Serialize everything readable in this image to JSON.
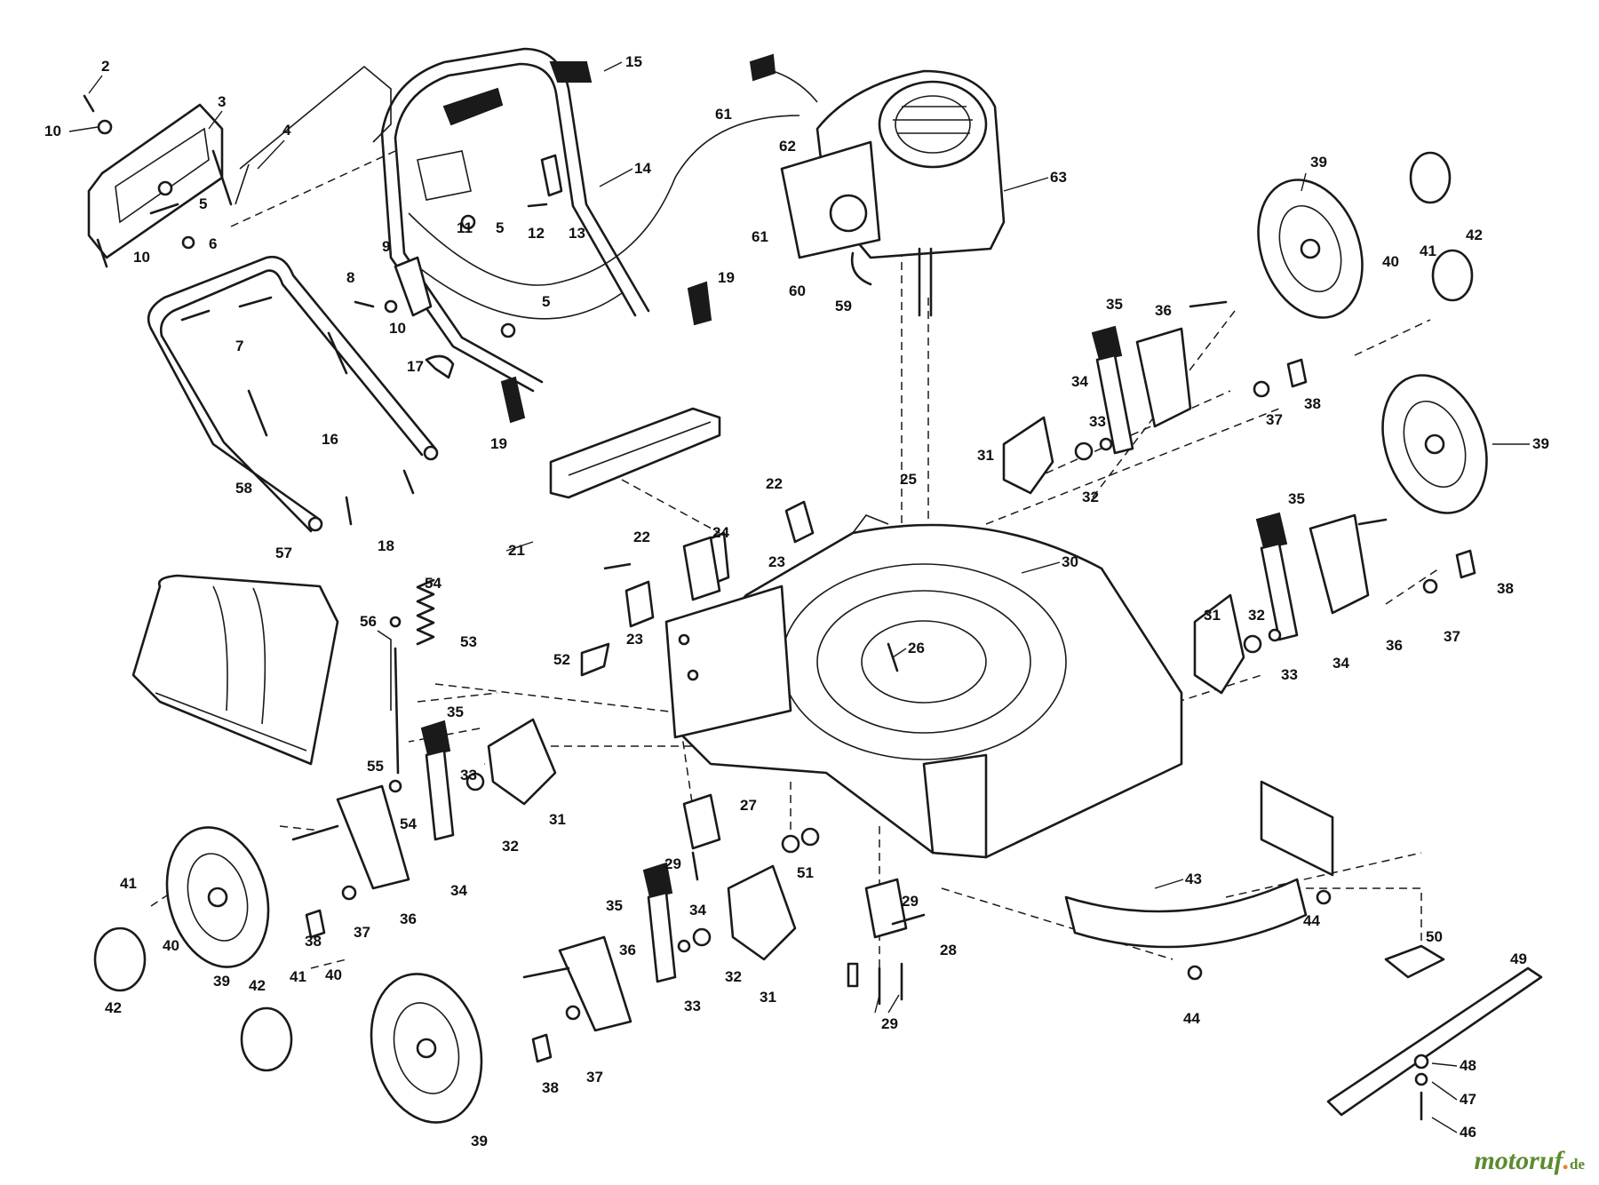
{
  "diagram": {
    "callouts": [
      {
        "id": "c2",
        "text": "2"
      },
      {
        "id": "c3",
        "text": "3"
      },
      {
        "id": "c4",
        "text": "4"
      },
      {
        "id": "c10a",
        "text": "10"
      },
      {
        "id": "c5a",
        "text": "5"
      },
      {
        "id": "c6",
        "text": "6"
      },
      {
        "id": "c10b",
        "text": "10"
      },
      {
        "id": "c15",
        "text": "15"
      },
      {
        "id": "c14",
        "text": "14"
      },
      {
        "id": "c12",
        "text": "12"
      },
      {
        "id": "c13",
        "text": "13"
      },
      {
        "id": "c11",
        "text": "11"
      },
      {
        "id": "c5b",
        "text": "5"
      },
      {
        "id": "c9",
        "text": "9"
      },
      {
        "id": "c8",
        "text": "8"
      },
      {
        "id": "c10c",
        "text": "10"
      },
      {
        "id": "c5c",
        "text": "5"
      },
      {
        "id": "c7",
        "text": "7"
      },
      {
        "id": "c17",
        "text": "17"
      },
      {
        "id": "c16",
        "text": "16"
      },
      {
        "id": "c19a",
        "text": "19"
      },
      {
        "id": "c19b",
        "text": "19"
      },
      {
        "id": "c58",
        "text": "58"
      },
      {
        "id": "c18",
        "text": "18"
      },
      {
        "id": "c61a",
        "text": "61"
      },
      {
        "id": "c62",
        "text": "62"
      },
      {
        "id": "c63",
        "text": "63"
      },
      {
        "id": "c61b",
        "text": "61"
      },
      {
        "id": "c60",
        "text": "60"
      },
      {
        "id": "c59",
        "text": "59"
      },
      {
        "id": "c39a",
        "text": "39"
      },
      {
        "id": "c42a",
        "text": "42"
      },
      {
        "id": "c41a",
        "text": "41"
      },
      {
        "id": "c40a",
        "text": "40"
      },
      {
        "id": "c35a",
        "text": "35"
      },
      {
        "id": "c36a",
        "text": "36"
      },
      {
        "id": "c34a",
        "text": "34"
      },
      {
        "id": "c33a",
        "text": "33"
      },
      {
        "id": "c37a",
        "text": "37"
      },
      {
        "id": "c38a",
        "text": "38"
      },
      {
        "id": "c31a",
        "text": "31"
      },
      {
        "id": "c32a",
        "text": "32"
      },
      {
        "id": "c39b",
        "text": "39"
      },
      {
        "id": "c25",
        "text": "25"
      },
      {
        "id": "c22a",
        "text": "22"
      },
      {
        "id": "c23a",
        "text": "23"
      },
      {
        "id": "c21",
        "text": "21"
      },
      {
        "id": "c22b",
        "text": "22"
      },
      {
        "id": "c24",
        "text": "24"
      },
      {
        "id": "c23b",
        "text": "23"
      },
      {
        "id": "c30",
        "text": "30"
      },
      {
        "id": "c35b",
        "text": "35"
      },
      {
        "id": "c38b",
        "text": "38"
      },
      {
        "id": "c31b",
        "text": "31"
      },
      {
        "id": "c32b",
        "text": "32"
      },
      {
        "id": "c33b",
        "text": "33"
      },
      {
        "id": "c34b",
        "text": "34"
      },
      {
        "id": "c36b",
        "text": "36"
      },
      {
        "id": "c37b",
        "text": "37"
      },
      {
        "id": "c57",
        "text": "57"
      },
      {
        "id": "c54a",
        "text": "54"
      },
      {
        "id": "c56",
        "text": "56"
      },
      {
        "id": "c53",
        "text": "53"
      },
      {
        "id": "c52",
        "text": "52"
      },
      {
        "id": "c26",
        "text": "26"
      },
      {
        "id": "c35c",
        "text": "35"
      },
      {
        "id": "c55",
        "text": "55"
      },
      {
        "id": "c33c",
        "text": "33"
      },
      {
        "id": "c54b",
        "text": "54"
      },
      {
        "id": "c31c",
        "text": "31"
      },
      {
        "id": "c32c",
        "text": "32"
      },
      {
        "id": "c27",
        "text": "27"
      },
      {
        "id": "c29a",
        "text": "29"
      },
      {
        "id": "c51",
        "text": "51"
      },
      {
        "id": "c34c",
        "text": "34"
      },
      {
        "id": "c36c",
        "text": "36"
      },
      {
        "id": "c37c",
        "text": "37"
      },
      {
        "id": "c38c",
        "text": "38"
      },
      {
        "id": "c41b",
        "text": "41"
      },
      {
        "id": "c40b",
        "text": "40"
      },
      {
        "id": "c42b",
        "text": "42"
      },
      {
        "id": "c39c",
        "text": "39"
      },
      {
        "id": "c35d",
        "text": "35"
      },
      {
        "id": "c34d",
        "text": "34"
      },
      {
        "id": "c36d",
        "text": "36"
      },
      {
        "id": "c32d",
        "text": "32"
      },
      {
        "id": "c33d",
        "text": "33"
      },
      {
        "id": "c31d",
        "text": "31"
      },
      {
        "id": "c42c",
        "text": "42"
      },
      {
        "id": "c41c",
        "text": "41"
      },
      {
        "id": "c40c",
        "text": "40"
      },
      {
        "id": "c38d",
        "text": "38"
      },
      {
        "id": "c37d",
        "text": "37"
      },
      {
        "id": "c39d",
        "text": "39"
      },
      {
        "id": "c29b",
        "text": "29"
      },
      {
        "id": "c28",
        "text": "28"
      },
      {
        "id": "c29c",
        "text": "29"
      },
      {
        "id": "c43",
        "text": "43"
      },
      {
        "id": "c44a",
        "text": "44"
      },
      {
        "id": "c44b",
        "text": "44"
      },
      {
        "id": "c50",
        "text": "50"
      },
      {
        "id": "c49",
        "text": "49"
      },
      {
        "id": "c48",
        "text": "48"
      },
      {
        "id": "c47",
        "text": "47"
      },
      {
        "id": "c46",
        "text": "46"
      }
    ]
  },
  "watermark": {
    "main": "motoruf",
    "dot": ".",
    "tld": "de"
  },
  "colors": {
    "line": "#1a1a1a",
    "watermark_green": "#5c8b2f",
    "watermark_orange": "#e0882a"
  }
}
